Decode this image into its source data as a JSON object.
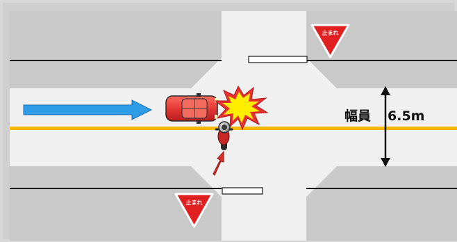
{
  "width_label": "幅員",
  "width_value": "6.5m",
  "stop_sign_text": "止まれ",
  "colors": {
    "frame": "#cfcfcf",
    "sidewalk": "#c8c8c8",
    "road": "#efefef",
    "center_line": "#f5b700",
    "edge_line": "#1a1a1a",
    "arrow_blue": "#2e9be6",
    "arrow_red": "#d9302a",
    "car_body": "#e53935",
    "stop_sign": "#e02020",
    "burst_outer": "#e83030",
    "burst_inner": "#ffee00"
  },
  "icons": {
    "car": "car-icon",
    "motorcycle": "motorcycle-icon",
    "collision": "collision-burst-icon",
    "stop_sign": "stop-sign-icon"
  }
}
